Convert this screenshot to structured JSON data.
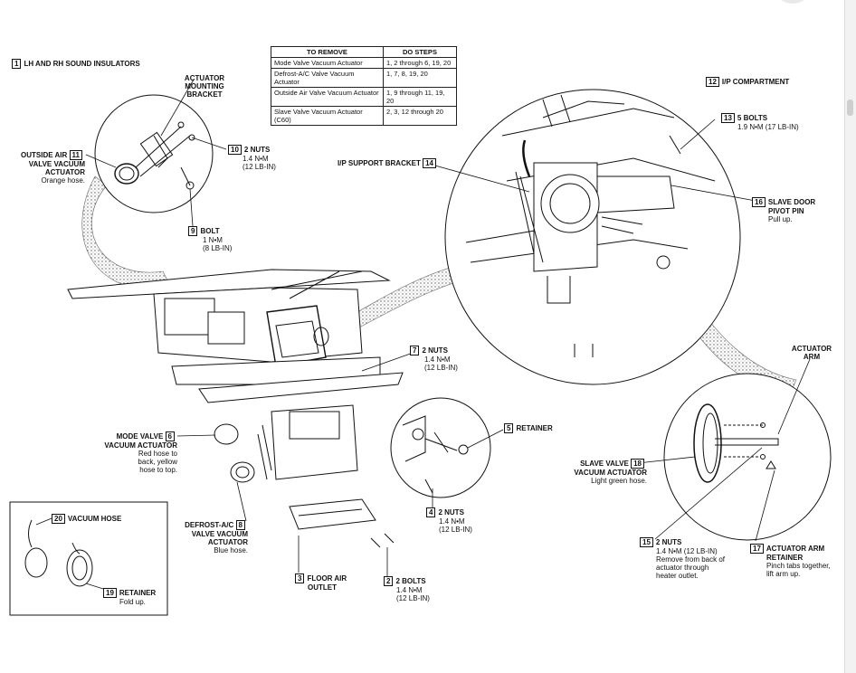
{
  "table": {
    "headers": [
      "TO REMOVE",
      "DO STEPS"
    ],
    "rows": [
      {
        "item": "Mode Valve Vacuum Actuator",
        "steps": "1, 2 through 6, 19, 20"
      },
      {
        "item": "Defrost-A/C Valve Vacuum Actuator",
        "steps": "1, 7, 8, 19, 20"
      },
      {
        "item": "Outside Air Valve Vacuum Actuator",
        "steps": "1, 9 through 11, 19, 20"
      },
      {
        "item": "Slave Valve Vacuum Actuator (C60)",
        "steps": "2, 3, 12 through 20"
      }
    ]
  },
  "callouts": {
    "c1": {
      "num": "1",
      "title": "LH AND RH SOUND INSULATORS"
    },
    "bracket": {
      "title": "ACTUATOR MOUNTING BRACKET"
    },
    "c11": {
      "num": "11",
      "title1": "OUTSIDE AIR",
      "title2": "VALVE VACUUM",
      "title3": "ACTUATOR",
      "note": "Orange hose."
    },
    "c10": {
      "num": "10",
      "title": "2 NUTS",
      "torque1": "1.4 N•M",
      "torque2": "(12 LB-IN)"
    },
    "c9": {
      "num": "9",
      "title": "BOLT",
      "torque1": "1 N•M",
      "torque2": "(8 LB-IN)"
    },
    "c12": {
      "num": "12",
      "title": "I/P COMPARTMENT"
    },
    "c13": {
      "num": "13",
      "title": "5 BOLTS",
      "torque": "1.9 N•M (17 LB-IN)"
    },
    "c14": {
      "num": "14",
      "title": "I/P SUPPORT BRACKET"
    },
    "c16": {
      "num": "16",
      "title1": "SLAVE DOOR",
      "title2": "PIVOT PIN",
      "note": "Pull up."
    },
    "c7": {
      "num": "7",
      "title": "2 NUTS",
      "torque1": "1.4 N•M",
      "torque2": "(12 LB-IN)"
    },
    "arm": {
      "title1": "ACTUATOR",
      "title2": "ARM"
    },
    "c5": {
      "num": "5",
      "title": "RETAINER"
    },
    "c6": {
      "num": "6",
      "title1": "MODE VALVE",
      "title2": "VACUUM ACTUATOR",
      "note1": "Red hose to",
      "note2": "back, yellow",
      "note3": "hose to top."
    },
    "c18": {
      "num": "18",
      "title1": "SLAVE VALVE",
      "title2": "VACUUM ACTUATOR",
      "note": "Light green hose."
    },
    "c4": {
      "num": "4",
      "title": "2 NUTS",
      "torque1": "1.4 N•M",
      "torque2": "(12 LB-IN)"
    },
    "c8": {
      "num": "8",
      "title1": "DEFROST-A/C",
      "title2": "VALVE VACUUM",
      "title3": "ACTUATOR",
      "note": "Blue hose."
    },
    "c20": {
      "num": "20",
      "title": "VACUUM HOSE"
    },
    "c19": {
      "num": "19",
      "title": "RETAINER",
      "note": "Fold up."
    },
    "c3": {
      "num": "3",
      "title1": "FLOOR AIR",
      "title2": "OUTLET"
    },
    "c2": {
      "num": "2",
      "title": "2 BOLTS",
      "torque1": "1.4 N•M",
      "torque2": "(12 LB-IN)"
    },
    "c15": {
      "num": "15",
      "title": "2 NUTS",
      "torque": "1.4 N•M (12 LB-IN)",
      "note1": "Remove from back of",
      "note2": "actuator through",
      "note3": "heater outlet."
    },
    "c17": {
      "num": "17",
      "title1": "ACTUATOR ARM",
      "title2": "RETAINER",
      "note1": "Pinch tabs together,",
      "note2": "lift arm up."
    }
  }
}
